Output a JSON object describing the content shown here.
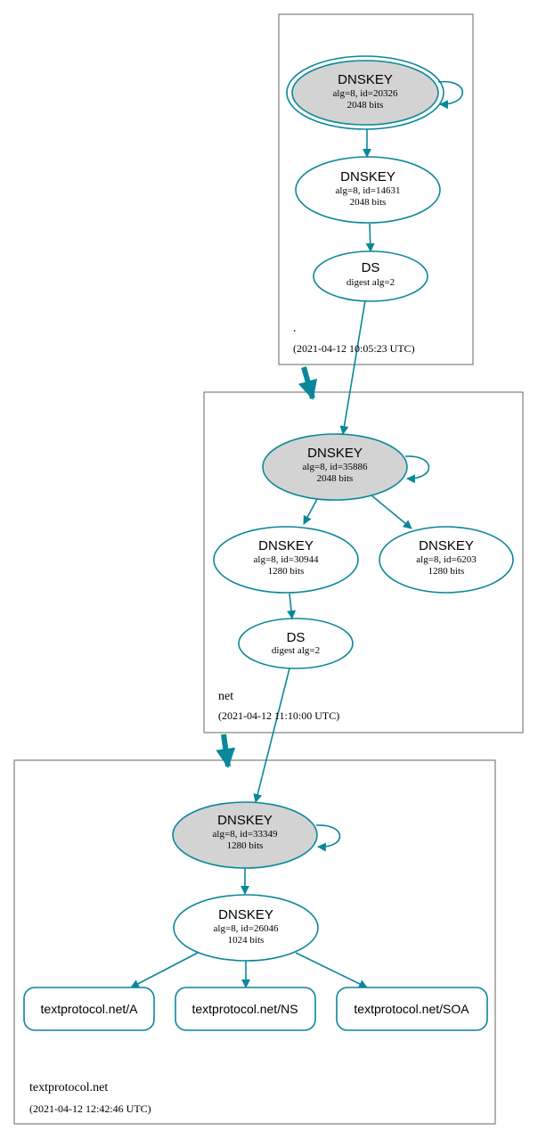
{
  "colors": {
    "edge": "#0a879a",
    "ksk_fill": "#d3d3d3",
    "zone_border": "#666666"
  },
  "zones": [
    {
      "name": ".",
      "timestamp": "(2021-04-12 10:05:23 UTC)"
    },
    {
      "name": "net",
      "timestamp": "(2021-04-12 11:10:00 UTC)"
    },
    {
      "name": "textprotocol.net",
      "timestamp": "(2021-04-12 12:42:46 UTC)"
    }
  ],
  "nodes": {
    "root_ksk": {
      "title": "DNSKEY",
      "line1": "alg=8, id=20326",
      "line2": "2048 bits"
    },
    "root_zsk": {
      "title": "DNSKEY",
      "line1": "alg=8, id=14631",
      "line2": "2048 bits"
    },
    "root_ds": {
      "title": "DS",
      "line1": "digest alg=2"
    },
    "net_ksk": {
      "title": "DNSKEY",
      "line1": "alg=8, id=35886",
      "line2": "2048 bits"
    },
    "net_zsk1": {
      "title": "DNSKEY",
      "line1": "alg=8, id=30944",
      "line2": "1280 bits"
    },
    "net_zsk2": {
      "title": "DNSKEY",
      "line1": "alg=8, id=6203",
      "line2": "1280 bits"
    },
    "net_ds": {
      "title": "DS",
      "line1": "digest alg=2"
    },
    "tp_ksk": {
      "title": "DNSKEY",
      "line1": "alg=8, id=33349",
      "line2": "1280 bits"
    },
    "tp_zsk": {
      "title": "DNSKEY",
      "line1": "alg=8, id=26046",
      "line2": "1024 bits"
    }
  },
  "records": [
    {
      "label": "textprotocol.net/A"
    },
    {
      "label": "textprotocol.net/NS"
    },
    {
      "label": "textprotocol.net/SOA"
    }
  ]
}
